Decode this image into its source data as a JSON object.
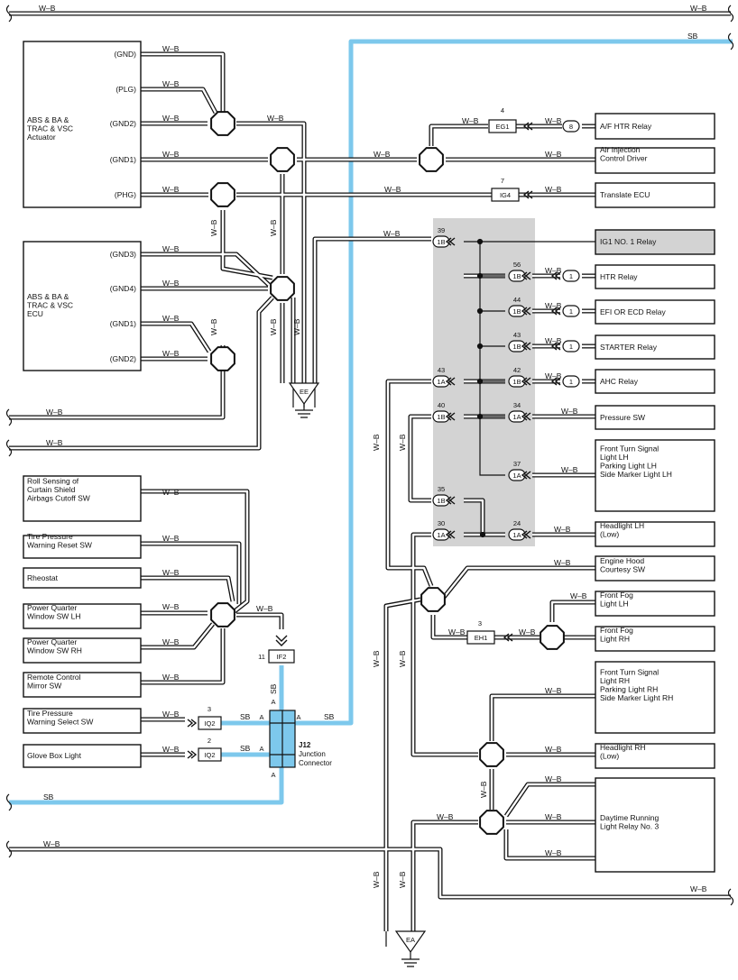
{
  "wire_colors": {
    "wb": "W–B",
    "sb": "SB"
  },
  "colors": {
    "sb_wire": "#7dc8ec",
    "shade": "#d3d3d3",
    "ink": "#111111"
  },
  "components": {
    "actuator": {
      "name": [
        "ABS & BA &",
        "TRAC & VSC",
        "Actuator"
      ],
      "pins": [
        "(GND)",
        "(PLG)",
        "(GND2)",
        "(GND1)",
        "(PHG)"
      ]
    },
    "ecu": {
      "name": [
        "ABS & BA &",
        "TRAC & VSC",
        "ECU"
      ],
      "pins": [
        "(GND3)",
        "(GND4)",
        "(GND1)",
        "(GND2)"
      ]
    },
    "left_boxes": [
      [
        "Roll Sensing of",
        "Curtain Shield",
        "Airbags Cutoff SW"
      ],
      [
        "Tire Pressure",
        "Warning Reset SW"
      ],
      [
        "Rheostat"
      ],
      [
        "Power Quarter",
        "Window SW LH"
      ],
      [
        "Power Quarter",
        "Window SW RH"
      ],
      [
        "Remote Control",
        "Mirror SW"
      ],
      [
        "Tire Pressure",
        "Warning Select SW"
      ],
      [
        "Glove Box Light"
      ]
    ],
    "right_boxes": [
      [
        "A/F HTR Relay"
      ],
      [
        "Air Injection",
        "Control Driver"
      ],
      [
        "Translate ECU"
      ],
      [
        "IG1 NO. 1 Relay"
      ],
      [
        "HTR Relay"
      ],
      [
        "EFI OR ECD Relay"
      ],
      [
        "STARTER Relay"
      ],
      [
        "AHC Relay"
      ],
      [
        "Pressure SW"
      ],
      [
        "Front Turn Signal",
        "Light LH",
        "Parking Light LH",
        "Side Marker Light LH"
      ],
      [
        "Headlight LH",
        "(Low)"
      ],
      [
        "Engine Hood",
        "Courtesy SW"
      ],
      [
        "Front Fog",
        "Light LH"
      ],
      [
        "Front Fog",
        "Light RH"
      ],
      [
        "Front Turn Signal",
        "Light RH",
        "Parking Light RH",
        "Side Marker Light RH"
      ],
      [
        "Headlight RH",
        "(Low)"
      ],
      [
        "Daytime Running",
        "Light Relay No. 3"
      ]
    ]
  },
  "connectors": {
    "eg1": {
      "label": "EG1",
      "pin": "4"
    },
    "ig4": {
      "label": "IG4",
      "pin": "7"
    },
    "if2": {
      "label": "IF2",
      "pin": "11"
    },
    "iq2a": {
      "label": "IQ2",
      "pin": "3"
    },
    "iq2b": {
      "label": "IQ2",
      "pin": "2"
    },
    "eh1": {
      "label": "EH1",
      "pin": "3"
    },
    "ovals_1": "1",
    "oval_8": "8",
    "shaded": [
      {
        "label": "1B",
        "pin": "39"
      },
      {
        "label": "1B",
        "pin": "56"
      },
      {
        "label": "1B",
        "pin": "44"
      },
      {
        "label": "1B",
        "pin": "43"
      },
      {
        "label": "1A",
        "pin": "43"
      },
      {
        "label": "1B",
        "pin": "42"
      },
      {
        "label": "1B",
        "pin": "40"
      },
      {
        "label": "1A",
        "pin": "34"
      },
      {
        "label": "1A",
        "pin": "37"
      },
      {
        "label": "1B",
        "pin": "35"
      },
      {
        "label": "1A",
        "pin": "30"
      },
      {
        "label": "1A",
        "pin": "24"
      }
    ]
  },
  "grounds": {
    "ee": "EE",
    "ea": "EA"
  },
  "junction": {
    "id": "J12",
    "name": [
      "Junction",
      "Connector"
    ],
    "pin": "A"
  }
}
